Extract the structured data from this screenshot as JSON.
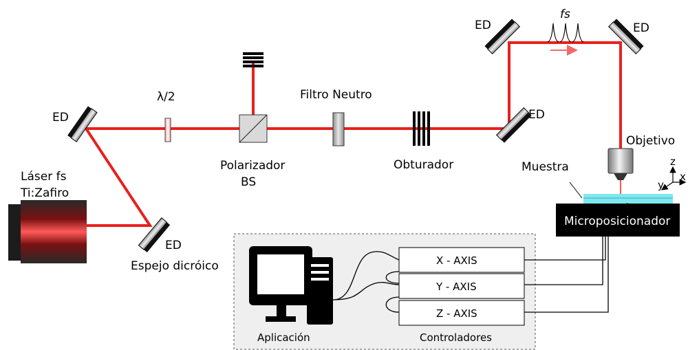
{
  "labels": {
    "laser_line1": "Láser fs",
    "laser_line2": "Ti:Zafiro",
    "mirror_ed": "ED",
    "dichroic": "Espejo dicróico",
    "half_wave": "λ/2",
    "polarizer_line1": "Polarizador",
    "polarizer_line2": "BS",
    "neutral_filter": "Filtro Neutro",
    "shutter": "Obturador",
    "pulses": "fs",
    "objective": "Objetivo",
    "sample": "Muestra",
    "micropositioner": "Microposicionador",
    "axis_z": "z",
    "axis_y": "y",
    "axis_x": "x",
    "x_axis_box": "X - AXIS",
    "y_axis_box": "Y - AXIS",
    "z_axis_box": "Z - AXIS",
    "application": "Aplicación",
    "controllers": "Controladores"
  },
  "colors": {
    "beam": "#e8201c",
    "sample": "#7fe8ef",
    "panel_bg": "#efefef",
    "stage": "#000000"
  }
}
